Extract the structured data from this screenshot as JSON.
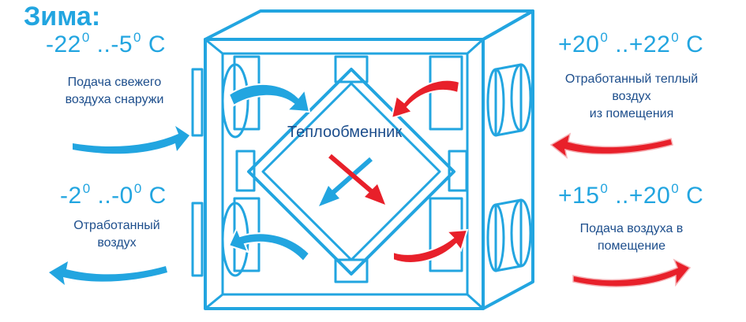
{
  "season": "Зима:",
  "heat_exchanger_label": "Теплообменник",
  "top_left": {
    "temp": "-22",
    "sup1": "0",
    "mid": " ..-5",
    "sup2": "0",
    "unit": " С",
    "desc_line1": "Подача свежего",
    "desc_line2": "воздуха снаружи"
  },
  "bottom_left": {
    "temp": "-2",
    "sup1": "0",
    "mid": " ..-0",
    "sup2": "0",
    "unit": " С",
    "desc_line1": "Отработанный",
    "desc_line2": "воздух"
  },
  "top_right": {
    "temp": "+20",
    "sup1": "0",
    "mid": " ..+22",
    "sup2": "0",
    "unit": " С",
    "desc_line1": "Отработанный теплый",
    "desc_line2": "воздух",
    "desc_line3": "из помещения"
  },
  "bottom_right": {
    "temp": "+15",
    "sup1": "0",
    "mid": " ..+20",
    "sup2": "0",
    "unit": " С",
    "desc_line1": "Подача воздуха в",
    "desc_line2": "помещение"
  },
  "colors": {
    "cold": "#22a5e0",
    "warm": "#e8202a",
    "text": "#1d4e8c"
  }
}
